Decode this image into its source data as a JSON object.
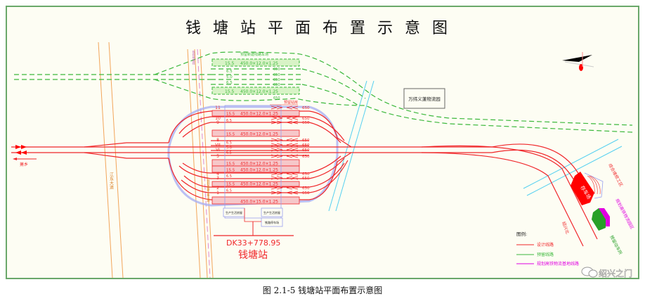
{
  "title": "钱塘站平面布置示意图",
  "caption": "图 2.1-5   钱塘站平面布置示意图",
  "colors": {
    "design_line": "#f0262a",
    "reserved_line": "#3cb83c",
    "logistics_line": "#e000e0",
    "platform_fill": "#f6c7c9",
    "reserved_platform_fill": "#d8f3c6",
    "track_halo": "#aab0f2",
    "road": "#f2a55a",
    "river": "#55d0f0",
    "frame": "#6aa86a"
  },
  "labels": {
    "reserved_area": "预留新建线路车场",
    "wanlin_park": "万纬义蓬物流园",
    "platform_label": "预留站房",
    "direction_left": "萧乡",
    "road_jiangdong": "江东大道",
    "road_vertical": "规划道路二级公路",
    "road_vertical_left": "规划地铁线",
    "station_name": "钱塘站",
    "mileage": "DK33+778.95",
    "building_left": "生产生活房屋",
    "building_right": "生产生活房屋",
    "building_parking": "铁路停车场",
    "depot": "存车场",
    "maintenance": "综合维修工区",
    "logistics_zone": "规划高铁物流园区",
    "reserved_power": "预留动车所",
    "direction_right": "绍兴北"
  },
  "reserved_tracks": {
    "platforms": [
      {
        "width": "15.5",
        "dims": "450.0×12.0×1.25"
      },
      {
        "width": "15.5",
        "dims": "450.0×12.0×1.25"
      }
    ],
    "spacings": [
      "6.5",
      "5.0",
      "6.5"
    ],
    "lengths": [
      "650",
      "650",
      "650",
      "650",
      "650"
    ]
  },
  "tracks": {
    "numbers": [
      "11",
      "10",
      "9",
      "8",
      "VII",
      "VI",
      "5",
      "4",
      "3",
      "2",
      "1"
    ],
    "platforms": [
      {
        "width": "15.5",
        "dims": "450.0×12.0×1.25"
      },
      {
        "width": "15.5",
        "dims": "450.0×12.0×1.25"
      },
      {
        "width": "15.5",
        "dims": "450.0×12.0×1.25"
      },
      {
        "width": "15.5",
        "dims": "450.0×12.0×1.25"
      },
      {
        "width": "15.5",
        "dims": "450.0×12.0×1.25"
      },
      {
        "width": "",
        "dims": "450.0×15.0×1.25"
      }
    ],
    "spacings": [
      "6.5",
      "6.5",
      "5.0",
      "6.5",
      "6.5",
      "6.5"
    ],
    "lengths": [
      "650",
      "650",
      "650",
      "650",
      "650",
      "650",
      "650",
      "650",
      "650",
      "650",
      "650"
    ]
  },
  "legend": {
    "title": "图例:",
    "items": [
      {
        "label": "设计线路",
        "color": "#f0262a"
      },
      {
        "label": "预留线路",
        "color": "#3cb83c"
      },
      {
        "label": "规划高铁物流基地线路",
        "color": "#e000e0"
      }
    ]
  },
  "watermark": "绍兴之门"
}
